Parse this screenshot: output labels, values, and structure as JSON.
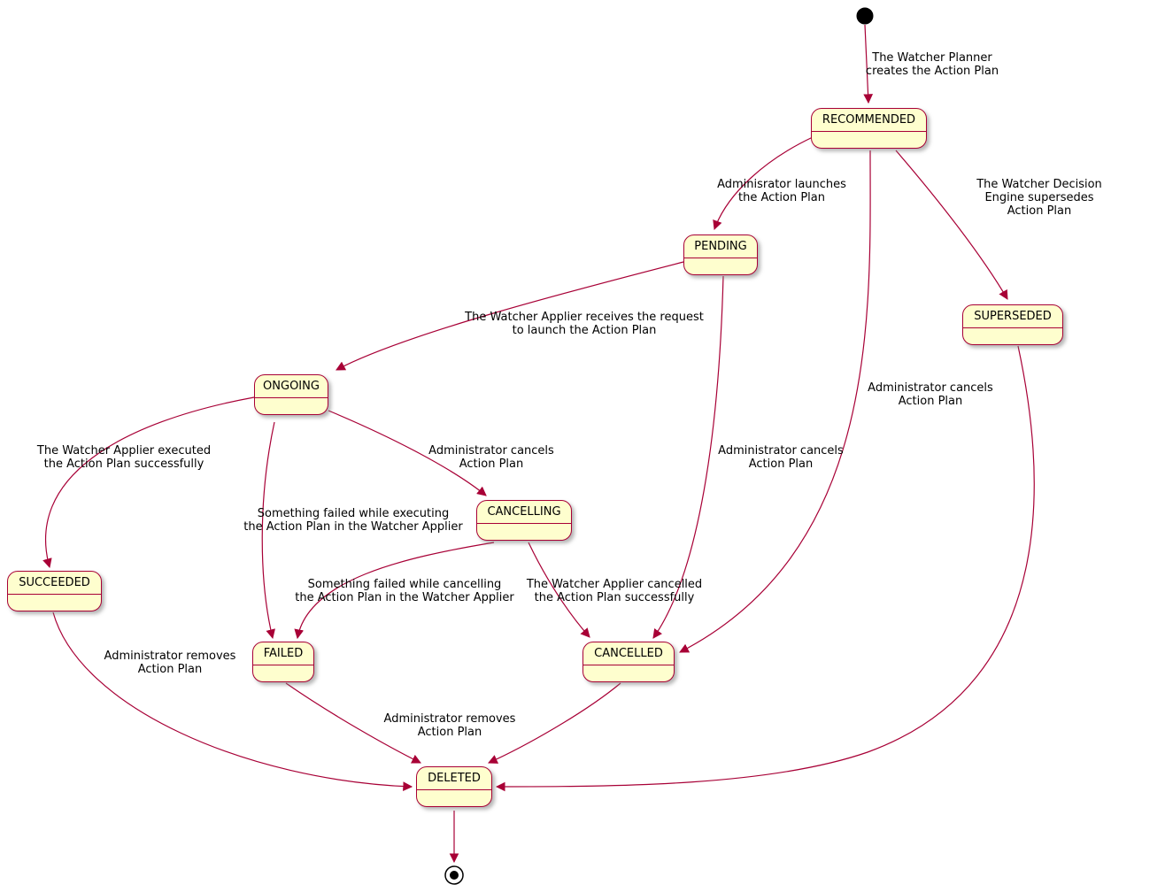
{
  "diagram": {
    "type": "state-diagram",
    "colors": {
      "state_fill": "#FEFECE",
      "state_border": "#A80036",
      "arrow": "#A80036",
      "label_text": "#000000",
      "background": "#FFFFFF"
    },
    "states": {
      "recommended": {
        "label": "RECOMMENDED"
      },
      "pending": {
        "label": "PENDING"
      },
      "superseded": {
        "label": "SUPERSEDED"
      },
      "ongoing": {
        "label": "ONGOING"
      },
      "cancelling": {
        "label": "CANCELLING"
      },
      "succeeded": {
        "label": "SUCCEEDED"
      },
      "failed": {
        "label": "FAILED"
      },
      "cancelled": {
        "label": "CANCELLED"
      },
      "deleted": {
        "label": "DELETED"
      }
    },
    "transitions": {
      "start_to_recommended": {
        "from": "start",
        "to": "RECOMMENDED",
        "label": "The Watcher Planner\ncreates the Action Plan"
      },
      "recommended_to_pending": {
        "from": "RECOMMENDED",
        "to": "PENDING",
        "label": "Adminisrator launches\nthe Action Plan"
      },
      "recommended_to_superseded": {
        "from": "RECOMMENDED",
        "to": "SUPERSEDED",
        "label": "The Watcher Decision Engine supersedes\nAction Plan"
      },
      "recommended_to_cancelled": {
        "from": "RECOMMENDED",
        "to": "CANCELLED",
        "label": "Administrator cancels\nAction Plan"
      },
      "pending_to_ongoing": {
        "from": "PENDING",
        "to": "ONGOING",
        "label": "The Watcher Applier receives the request\nto launch the Action Plan"
      },
      "pending_to_cancelled": {
        "from": "PENDING",
        "to": "CANCELLED",
        "label": "Administrator cancels\nAction Plan"
      },
      "ongoing_to_succeeded": {
        "from": "ONGOING",
        "to": "SUCCEEDED",
        "label": "The Watcher Applier executed\nthe Action Plan successfully"
      },
      "ongoing_to_cancelling": {
        "from": "ONGOING",
        "to": "CANCELLING",
        "label": "Administrator cancels\nAction Plan"
      },
      "ongoing_to_failed": {
        "from": "ONGOING",
        "to": "FAILED",
        "label": "Something failed while executing\nthe Action Plan in the Watcher Applier"
      },
      "cancelling_to_failed": {
        "from": "CANCELLING",
        "to": "FAILED",
        "label": "Something failed while cancelling\nthe Action Plan in the Watcher Applier"
      },
      "cancelling_to_cancelled": {
        "from": "CANCELLING",
        "to": "CANCELLED",
        "label": "The Watcher Applier cancelled\nthe Action Plan successfully"
      },
      "succeeded_to_deleted": {
        "from": "SUCCEEDED",
        "to": "DELETED",
        "label": "Administrator removes\nAction Plan"
      },
      "failed_to_deleted": {
        "from": "FAILED",
        "to": "DELETED",
        "label": "Administrator removes\nAction Plan"
      },
      "cancelled_to_deleted": {
        "from": "CANCELLED",
        "to": "DELETED",
        "label": ""
      },
      "superseded_to_deleted": {
        "from": "SUPERSEDED",
        "to": "DELETED",
        "label": ""
      },
      "deleted_to_end": {
        "from": "DELETED",
        "to": "end",
        "label": ""
      }
    }
  }
}
